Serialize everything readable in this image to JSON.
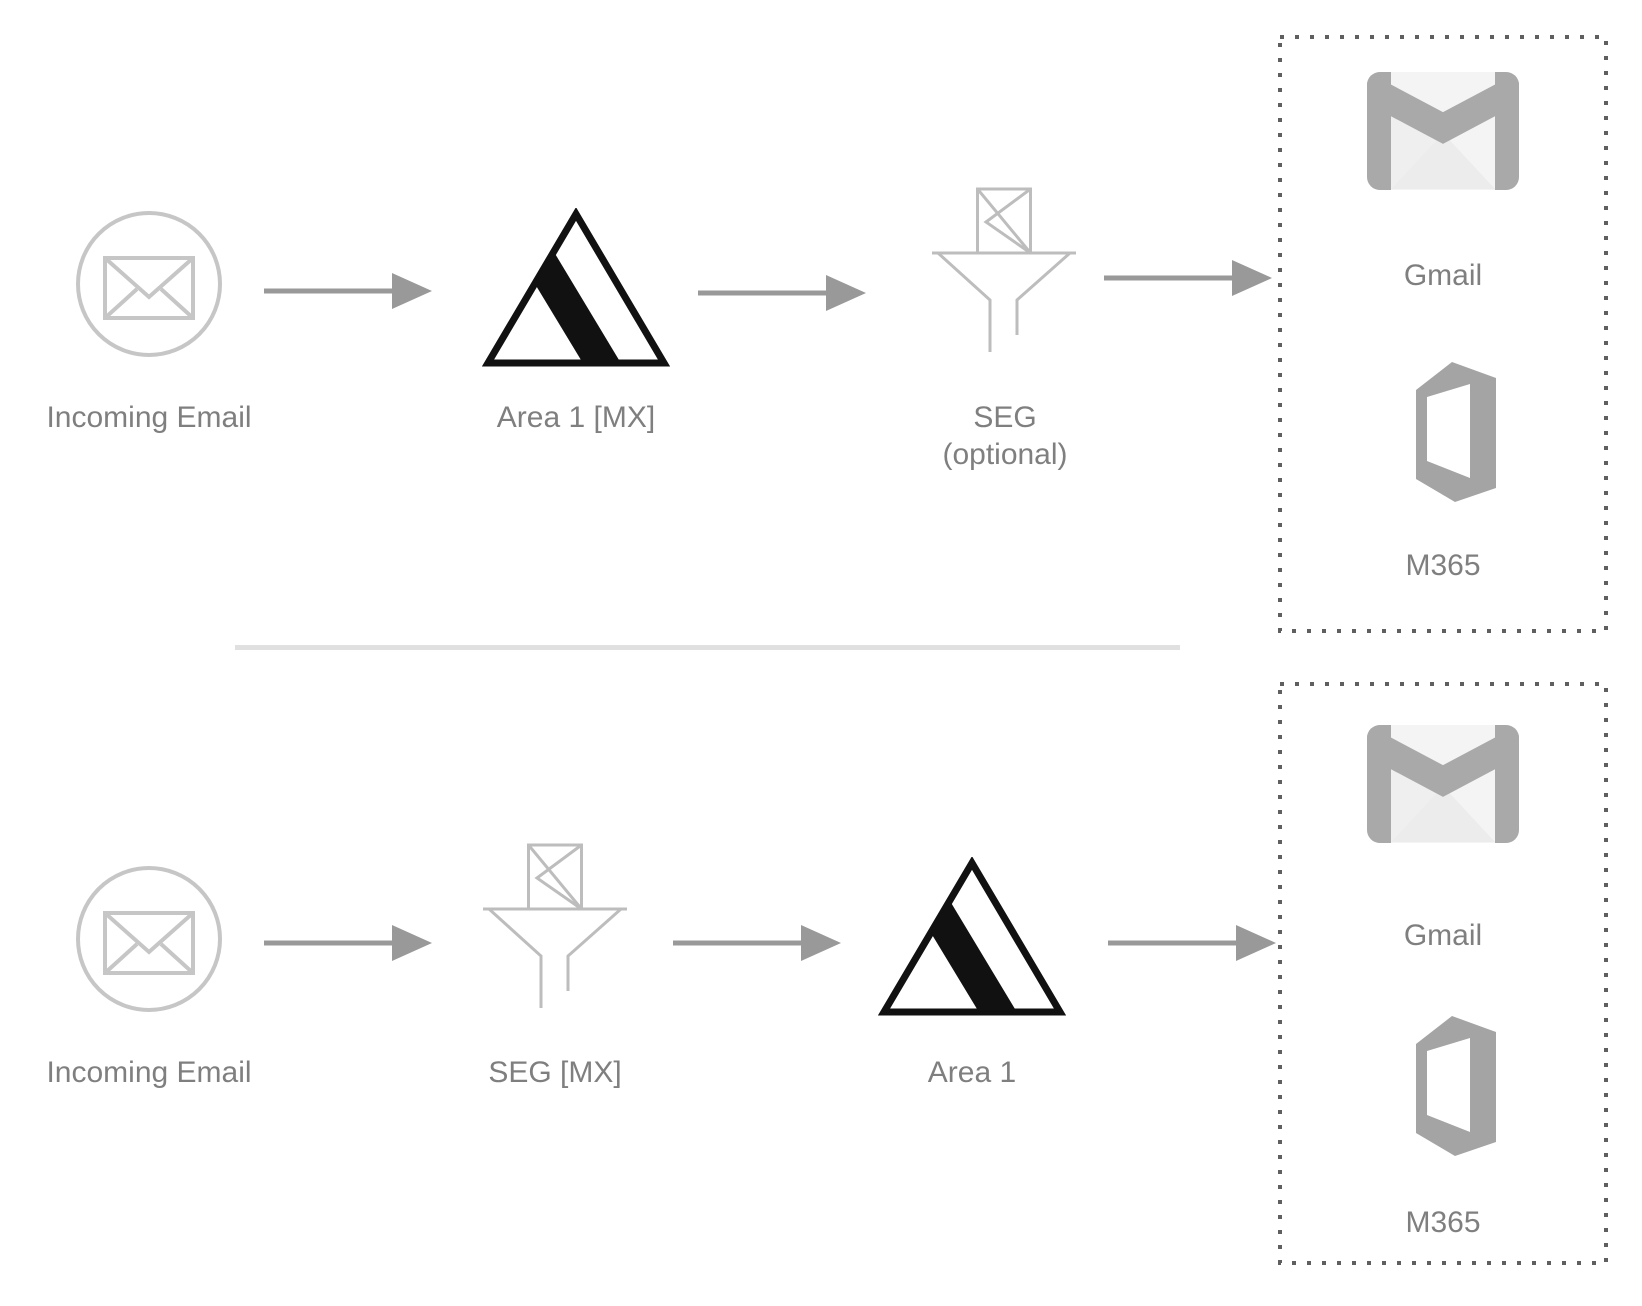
{
  "diagram_title": "Email routing flow diagram",
  "colors": {
    "arrow": "#999999",
    "outline_icon_stroke": "#c6c6c6",
    "funnel_stroke": "#bdbdbd",
    "label_text": "#7f7f7f",
    "divider": "#e0e0e0",
    "dotted_border": "#5f5f5f",
    "gmail_accent": "#a9a9a9",
    "gmail_body": "#f4f4f4",
    "m365_gray": "#a4a4a4",
    "triangle_stroke": "#111111",
    "triangle_band": "#111111"
  },
  "flow1": {
    "source": {
      "label": "Incoming Email",
      "icon": "incoming-email-icon"
    },
    "step2": {
      "label": "Area 1 [MX]",
      "icon": "area1-triangle-logo"
    },
    "step3": {
      "label": "SEG",
      "sublabel": "(optional)",
      "icon": "seg-funnel-icon"
    },
    "destinations": {
      "gmail": "Gmail",
      "m365": "M365"
    }
  },
  "flow2": {
    "source": {
      "label": "Incoming Email",
      "icon": "incoming-email-icon"
    },
    "step2": {
      "label": "SEG [MX]",
      "icon": "seg-funnel-icon"
    },
    "step3": {
      "label": "Area 1",
      "icon": "area1-triangle-logo"
    },
    "destinations": {
      "gmail": "Gmail",
      "m365": "M365"
    }
  }
}
